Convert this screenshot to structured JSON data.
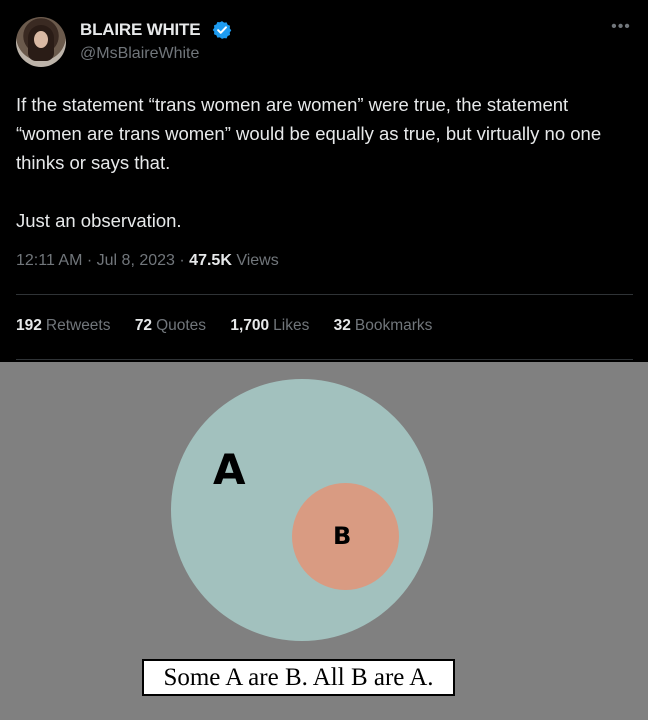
{
  "tweet": {
    "display_name": "BLAIRE WHITE",
    "handle": "@MsBlaireWhite",
    "verified": true,
    "more_icon": "more-horizontal-icon",
    "paragraphs": [
      "If the statement “trans women are women” were true, the statement “women are trans women” would be equally as true, but virtually no one thinks or says that.",
      "Just an observation."
    ],
    "time": "12:11 AM",
    "date": "Jul 8, 2023",
    "separator": "·",
    "views_count": "47.5K",
    "views_label": "Views",
    "stats": [
      {
        "count": "192",
        "label": "Retweets"
      },
      {
        "count": "72",
        "label": "Quotes"
      },
      {
        "count": "1,700",
        "label": "Likes"
      },
      {
        "count": "32",
        "label": "Bookmarks"
      }
    ]
  },
  "diagram": {
    "outer_label": "A",
    "inner_label": "B",
    "caption": "Some A are B. All B are A.",
    "colors": {
      "background": "#808080",
      "outer_circle": "#a2c1be",
      "inner_circle": "#d99b82"
    }
  },
  "colors": {
    "tweet_background": "#000000",
    "primary_text": "#e7e9ea",
    "secondary_text": "#71767b",
    "verified_badge": "#1d9bf0",
    "divider": "#2f3336"
  }
}
